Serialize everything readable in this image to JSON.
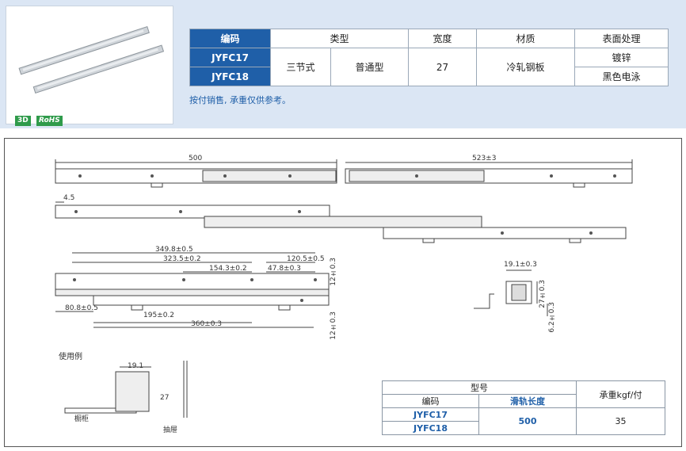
{
  "table": {
    "headers": {
      "code": "编码",
      "type": "类型",
      "width": "宽度",
      "material": "材质",
      "surface": "表面处理"
    },
    "codes": [
      "JYFC17",
      "JYFC18"
    ],
    "type_a": "三节式",
    "type_b": "普通型",
    "width_value": "27",
    "material": "冷轧钢板",
    "surfaces": [
      "镀锌",
      "黑色电泳"
    ]
  },
  "note": "按付销售, 承重仅供参考。",
  "badges": {
    "three_d": "3D",
    "rohs": "RoHS"
  },
  "drawing": {
    "dim_500": "500",
    "dim_523": "523±3",
    "dim_45": "4.5",
    "dim_3498": "349.8±0.5",
    "dim_3235": "323.5±0.2",
    "dim_1543": "154.3±0.2",
    "dim_478": "47.8±0.3",
    "dim_1205": "120.5±0.5",
    "dim_12a": "12±0.3",
    "dim_808": "80.8±0.5",
    "dim_195": "195±0.2",
    "dim_360": "360±0.3",
    "dim_12b": "12±0.3",
    "dim_191": "19.1±0.3",
    "dim_27": "27±0.3",
    "dim_62": "6.2±0.3",
    "example_title": "使用例",
    "example_19": "19.1",
    "example_27": "27",
    "cabinet": "橱柜",
    "drawer": "抽屉"
  },
  "load_table": {
    "model": "型号",
    "code": "编码",
    "length": "滑轨长度",
    "load": "承重kgf/付",
    "codes": [
      "JYFC17",
      "JYFC18"
    ],
    "length_value": "500",
    "load_value": "35"
  }
}
